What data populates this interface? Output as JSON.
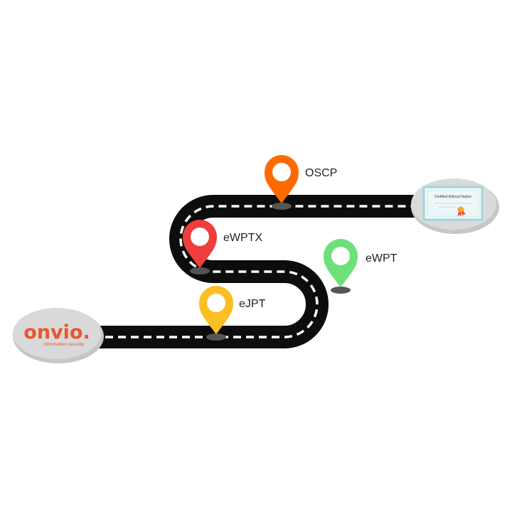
{
  "start_badge": {
    "logo": "onvio.",
    "tagline": "information security",
    "logo_color": "#e8562b"
  },
  "end_badge": {
    "certificate_title": "Certified Ethical Hacker"
  },
  "milestones": [
    {
      "label": "eJPT",
      "color": "#fbbf24"
    },
    {
      "label": "eWPT",
      "color": "#6ee07a"
    },
    {
      "label": "eWPTX",
      "color": "#ee3e3e"
    },
    {
      "label": "OSCP",
      "color": "#ff6a00"
    }
  ],
  "colors": {
    "road": "#0d0d0d",
    "lane_marking": "#ffffff",
    "badge": "#d6d6d6",
    "certificate_border": "#9fd6dc",
    "certificate_fill": "#eef7f8",
    "seal": "#f2a623"
  }
}
